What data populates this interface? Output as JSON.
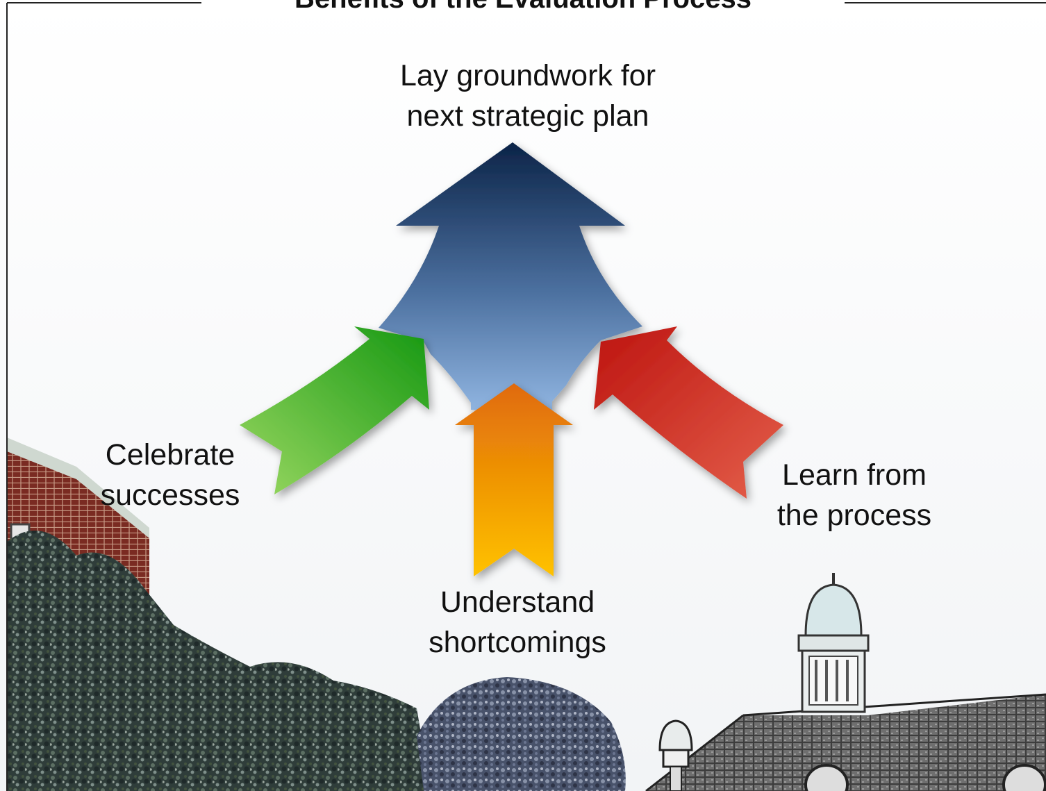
{
  "title": "Benefits of the Evaluation Process",
  "diagram": {
    "center_goal": {
      "line1": "Lay groundwork for",
      "line2": "next strategic plan",
      "color": "#1f3d6a"
    },
    "inputs": [
      {
        "id": "left",
        "line1": "Celebrate",
        "line2": "successes",
        "color": "#2fa31a"
      },
      {
        "id": "bottom",
        "line1": "Understand",
        "line2": "shortcomings",
        "color": "#f1a208"
      },
      {
        "id": "right",
        "line1": "Learn from",
        "line2": "the process",
        "color": "#c8281b"
      }
    ]
  },
  "colors": {
    "blue_top": "#0c2448",
    "blue_bottom": "#8fb4e0",
    "green_light": "#8ed05a",
    "green_dark": "#1e9a12",
    "orange_top": "#e36f0a",
    "orange_bottom": "#ffc000",
    "red_dark": "#c01812",
    "red_light": "#e25c47"
  },
  "background_image": "campus-building-with-trees-and-cupola"
}
